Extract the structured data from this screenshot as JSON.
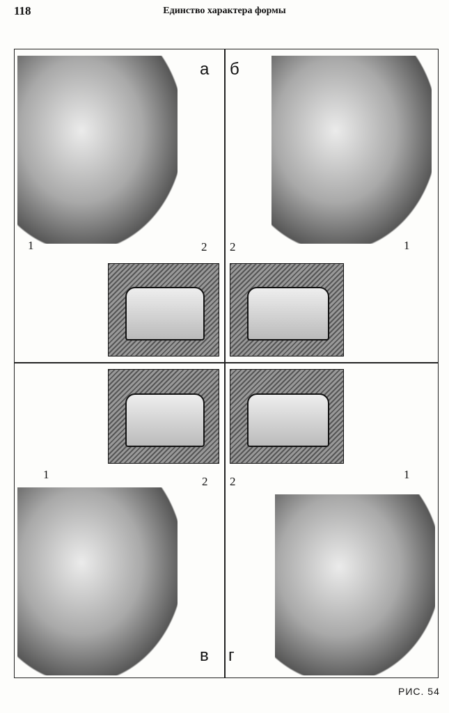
{
  "header": {
    "page_number": "118",
    "title": "Единство характера формы"
  },
  "panels": {
    "a": {
      "letter": "а",
      "left_num": "1",
      "right_num": "2"
    },
    "b": {
      "letter": "б",
      "left_num": "2",
      "right_num": "1"
    },
    "v": {
      "letter": "в",
      "left_num": "1",
      "right_num": "2"
    },
    "g": {
      "letter": "г",
      "left_num": "2",
      "right_num": "1"
    }
  },
  "caption": "РИС. 54"
}
